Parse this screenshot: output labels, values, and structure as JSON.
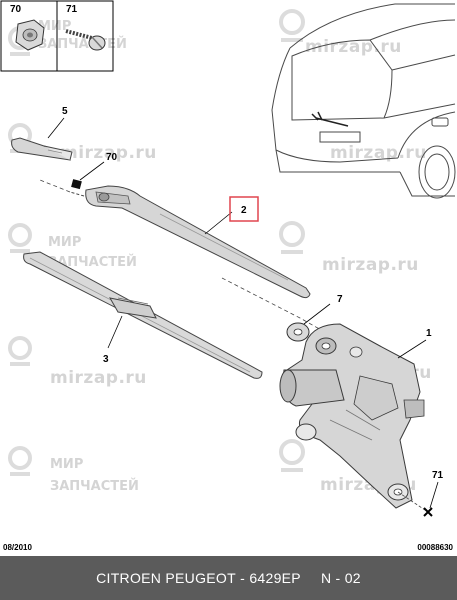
{
  "inset_callouts": [
    "70",
    "71"
  ],
  "callouts": {
    "wiper_blade_cover": "5",
    "nut_upper": "70",
    "wiper_arm": "2",
    "seal": "7",
    "wiper_blade": "3",
    "motor": "1",
    "screw": "71"
  },
  "highlight_color": "#e0454f",
  "watermark": {
    "cyrillic_top": "МИР",
    "cyrillic_bottom": "ЗАПЧАСТЕЙ",
    "domain": "mirzap.ru"
  },
  "date_code": "08/2010",
  "ref_code": "00088630",
  "footer": {
    "make": "CITROEN PEUGEOT",
    "part_number": "6429EP",
    "separator": "-",
    "sheet": "N - 02"
  },
  "colors": {
    "footer_bg": "#5b5b5b",
    "part_gray": "#d6d6d6",
    "line": "#3a3a3a"
  }
}
